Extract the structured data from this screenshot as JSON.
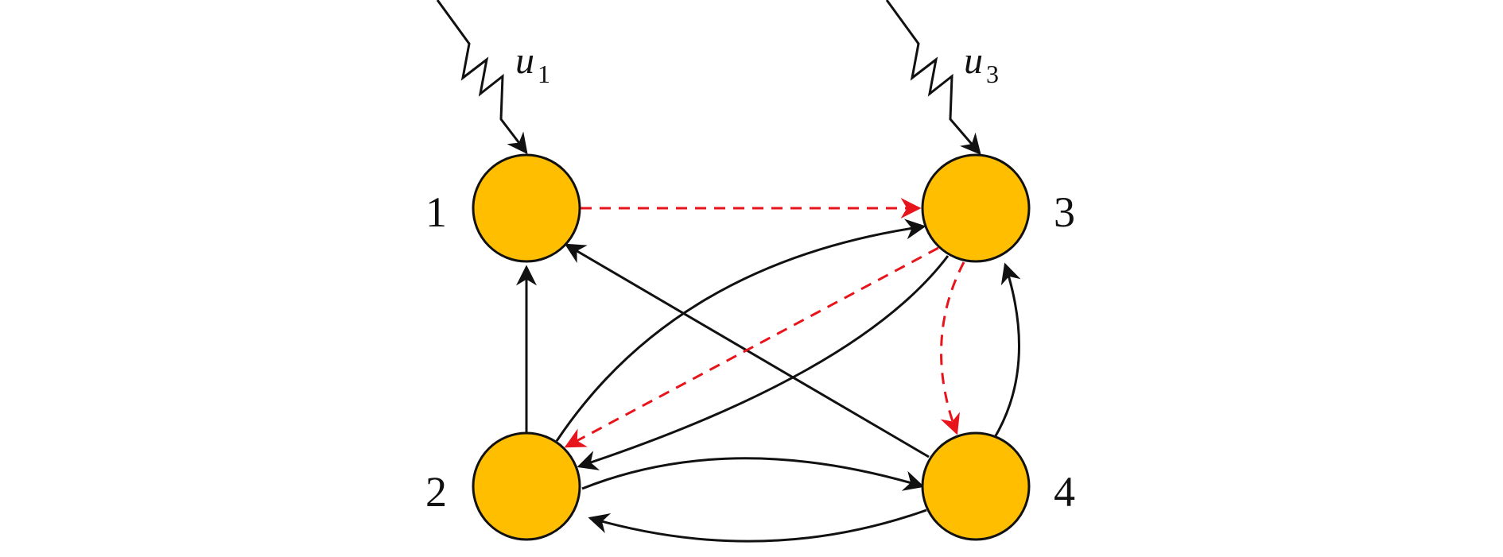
{
  "diagram": {
    "nodes": [
      {
        "id": "1",
        "label": "1"
      },
      {
        "id": "2",
        "label": "2"
      },
      {
        "id": "3",
        "label": "3"
      },
      {
        "id": "4",
        "label": "4"
      }
    ],
    "inputs": [
      {
        "target": "1",
        "symbol": "u",
        "subscript": "1"
      },
      {
        "target": "3",
        "symbol": "u",
        "subscript": "3"
      }
    ],
    "edges": [
      {
        "from": "1",
        "to": "3",
        "style": "dashed",
        "color": "#E8141B"
      },
      {
        "from": "3",
        "to": "2",
        "style": "dashed",
        "color": "#E8141B"
      },
      {
        "from": "3",
        "to": "4",
        "style": "dashed",
        "color": "#E8141B"
      },
      {
        "from": "2",
        "to": "1",
        "style": "solid",
        "color": "#111111"
      },
      {
        "from": "2",
        "to": "3",
        "style": "solid",
        "color": "#111111"
      },
      {
        "from": "3",
        "to": "2",
        "style": "solid",
        "color": "#111111"
      },
      {
        "from": "4",
        "to": "1",
        "style": "solid",
        "color": "#111111"
      },
      {
        "from": "2",
        "to": "4",
        "style": "solid",
        "color": "#111111"
      },
      {
        "from": "4",
        "to": "2",
        "style": "solid",
        "color": "#111111"
      },
      {
        "from": "4",
        "to": "3",
        "style": "solid",
        "color": "#111111"
      }
    ],
    "colors": {
      "node_fill": "#FFBF00",
      "stroke": "#111111",
      "highlight": "#E8141B"
    }
  }
}
